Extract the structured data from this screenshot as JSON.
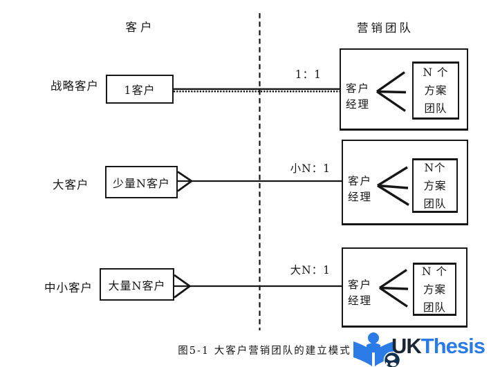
{
  "columns": {
    "customer_title": "客户",
    "marketing_team_title": "营销团队"
  },
  "rows": [
    {
      "category": "战略客户",
      "entity": "1客户",
      "ratio": "1：1",
      "manager": "客户经理",
      "team_lines": [
        "N 个",
        "方案",
        "团队"
      ]
    },
    {
      "category": "大客户",
      "entity": "少量N客户",
      "ratio": "小N：1",
      "manager": "客户经理",
      "team_lines": [
        "N个",
        "方案",
        "团队"
      ]
    },
    {
      "category": "中小客户",
      "entity": "大量N客户",
      "ratio": "大N：1",
      "manager": "客户经理",
      "team_lines": [
        "N 个",
        "方案",
        "团队"
      ]
    }
  ],
  "caption": "图5-1 大客户营销团队的建立模式",
  "logo": {
    "brand_uk": "UK",
    "brand_thesis": "Thesis",
    "icon": "reader-with-book-and-globe-icon"
  },
  "colors": {
    "ink": "#161616",
    "logo_blue": "#2b7be7",
    "logo_navy": "#1b2635",
    "globe_navy": "#12304e"
  }
}
